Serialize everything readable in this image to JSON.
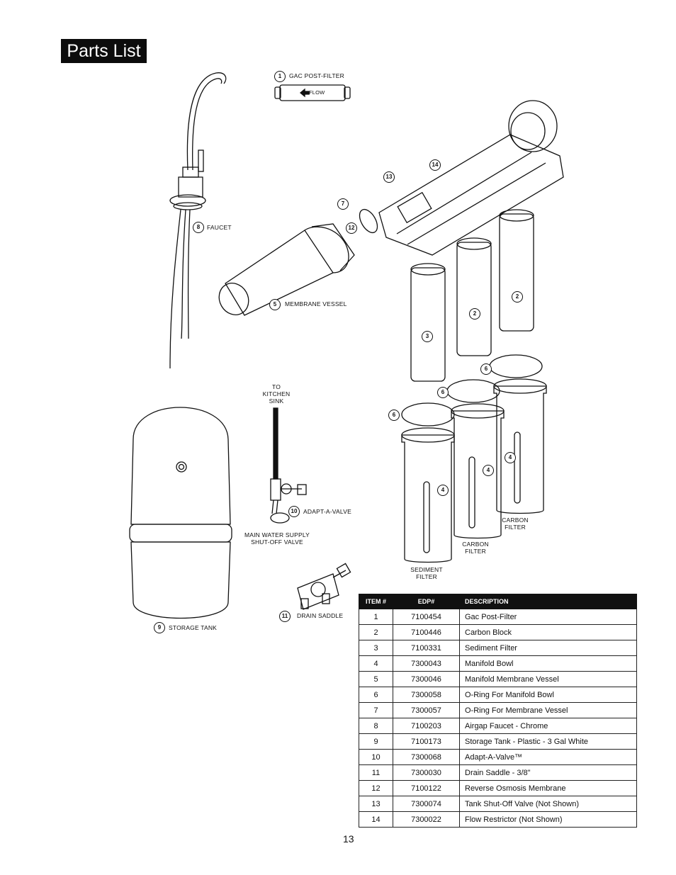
{
  "title": "Parts List",
  "labels": {
    "gac": "GAC POST-FILTER",
    "flow": "FLOW",
    "faucet": "FAUCET",
    "membrane_vessel": "MEMBRANE VESSEL",
    "to_sink_1": "TO",
    "to_sink_2": "KITCHEN",
    "to_sink_3": "SINK",
    "adapt": "ADAPT-A-VALVE",
    "main_water_1": "MAIN WATER SUPPLY",
    "main_water_2": "SHUT-OFF VALVE",
    "drain_saddle": "DRAIN SADDLE",
    "storage_tank": "STORAGE TANK",
    "carbon_1a": "CARBON",
    "carbon_1b": "FILTER",
    "carbon_2a": "CARBON",
    "carbon_2b": "FILTER",
    "sediment_a": "SEDIMENT",
    "sediment_b": "FILTER"
  },
  "callouts": {
    "n1": "1",
    "n2a": "2",
    "n2b": "2",
    "n3": "3",
    "n4a": "4",
    "n4b": "4",
    "n4c": "4",
    "n5": "5",
    "n6a": "6",
    "n6b": "6",
    "n6c": "6",
    "n7": "7",
    "n8": "8",
    "n9": "9",
    "n10": "10",
    "n11": "11",
    "n12": "12",
    "n13": "13",
    "n14": "14"
  },
  "table": {
    "headers": [
      "ITEM #",
      "EDP#",
      "DESCRIPTION"
    ],
    "rows": [
      [
        "1",
        "7100454",
        "Gac Post-Filter"
      ],
      [
        "2",
        "7100446",
        "Carbon Block"
      ],
      [
        "3",
        "7100331",
        "Sediment Filter"
      ],
      [
        "4",
        "7300043",
        "Manifold Bowl"
      ],
      [
        "5",
        "7300046",
        "Manifold Membrane Vessel"
      ],
      [
        "6",
        "7300058",
        "O-Ring For Manifold Bowl"
      ],
      [
        "7",
        "7300057",
        "O-Ring For Membrane Vessel"
      ],
      [
        "8",
        "7100203",
        "Airgap Faucet - Chrome"
      ],
      [
        "9",
        "7100173",
        "Storage Tank - Plastic - 3 Gal White"
      ],
      [
        "10",
        "7300068",
        "Adapt-A-Valve™"
      ],
      [
        "11",
        "7300030",
        "Drain Saddle -  3/8\""
      ],
      [
        "12",
        "7100122",
        "Reverse Osmosis Membrane"
      ],
      [
        "13",
        "7300074",
        "Tank Shut-Off Valve (Not Shown)"
      ],
      [
        "14",
        "7300022",
        "Flow Restrictor  (Not Shown)"
      ]
    ]
  },
  "page_number": "13"
}
